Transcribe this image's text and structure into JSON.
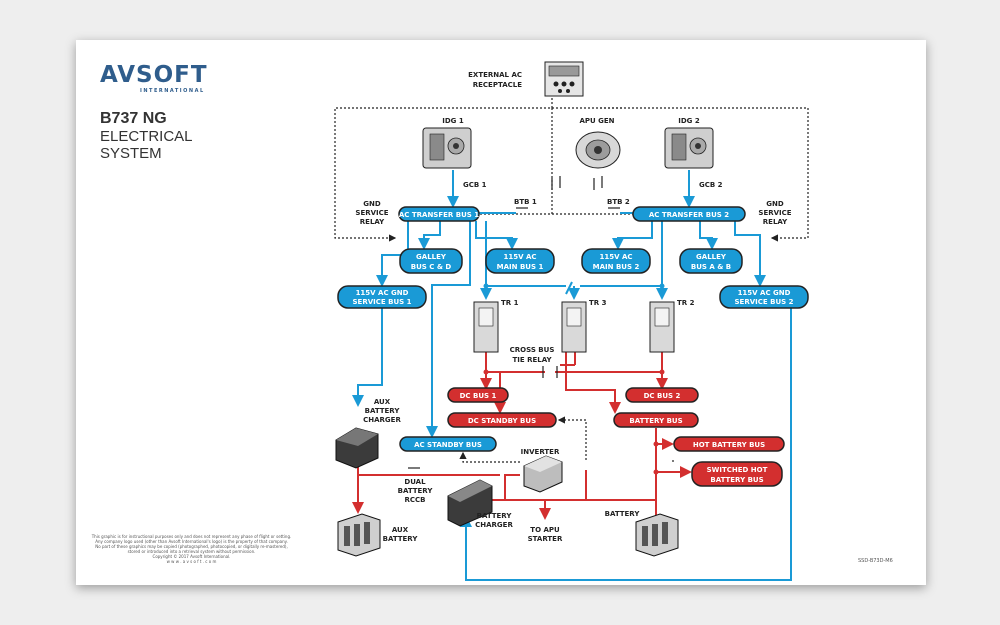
{
  "header": {
    "logo": "AVSOFT",
    "logo_sub": "INTERNATIONAL",
    "title_line1": "B737 NG",
    "title_line2": "ELECTRICAL",
    "title_line3": "SYSTEM"
  },
  "disclaimer": {
    "line1": "This graphic is for instructional purposes only and does not represent any phase of flight or setting.",
    "line2": "Any company logo used (other than Avsoft International's logo) is the property of that company.",
    "line3": "No part of these graphics may be copied (photographed, photocopied, or digitally re-mastered),",
    "line4": "stored or introduced into a retrieval system without permission.",
    "line5": "Copyright © 2017 Avsoft International.",
    "line6": "w w w . a v s o f t . c o m"
  },
  "doc_id": "SSD-B73D-M6",
  "colors": {
    "ac_bus": "#1a9ad6",
    "dc_bus": "#d32f2f",
    "bus_edge": "#222222",
    "ext_power": "#222222"
  },
  "labels": {
    "ext_ac": "EXTERNAL AC",
    "receptacle": "RECEPTACLE",
    "idg1": "IDG 1",
    "idg2": "IDG 2",
    "apu_gen": "APU GEN",
    "gcb1": "GCB 1",
    "gcb2": "GCB 2",
    "btb1": "BTB 1",
    "btb2": "BTB 2",
    "gnd_l1": "GND",
    "gnd_l2": "SERVICE",
    "gnd_l3": "RELAY",
    "gnd_r1": "GND",
    "gnd_r2": "SERVICE",
    "gnd_r3": "RELAY",
    "tr1": "TR 1",
    "tr2": "TR 2",
    "tr3": "TR 3",
    "cross_bus1": "CROSS BUS",
    "cross_bus2": "TIE RELAY",
    "aux_chg1": "AUX",
    "aux_chg2": "BATTERY",
    "aux_chg3": "CHARGER",
    "inverter": "INVERTER",
    "dual1": "DUAL",
    "dual2": "BATTERY",
    "dual3": "RCCB",
    "aux_bat1": "AUX",
    "aux_bat2": "BATTERY",
    "bat_chg1": "BATTERY",
    "bat_chg2": "CHARGER",
    "apu_start1": "TO APU",
    "apu_start2": "STARTER",
    "battery": "BATTERY"
  },
  "buses": {
    "ac_transfer_1": "AC TRANSFER BUS 1",
    "ac_transfer_2": "AC TRANSFER BUS 2",
    "galley_cd_1": "GALLEY",
    "galley_cd_2": "BUS C & D",
    "main1_1": "115V AC",
    "main1_2": "MAIN BUS 1",
    "main2_1": "115V AC",
    "main2_2": "MAIN BUS 2",
    "galley_ab_1": "GALLEY",
    "galley_ab_2": "BUS A & B",
    "gnd_svc1_1": "115V AC GND",
    "gnd_svc1_2": "SERVICE BUS 1",
    "gnd_svc2_1": "115V AC GND",
    "gnd_svc2_2": "SERVICE BUS 2",
    "dc_bus1": "DC BUS 1",
    "dc_bus2": "DC BUS 2",
    "dc_standby": "DC STANDBY BUS",
    "battery_bus": "BATTERY BUS",
    "ac_standby": "AC STANDBY BUS",
    "hot_battery": "HOT BATTERY BUS",
    "sw_hot_1": "SWITCHED HOT",
    "sw_hot_2": "BATTERY BUS"
  }
}
